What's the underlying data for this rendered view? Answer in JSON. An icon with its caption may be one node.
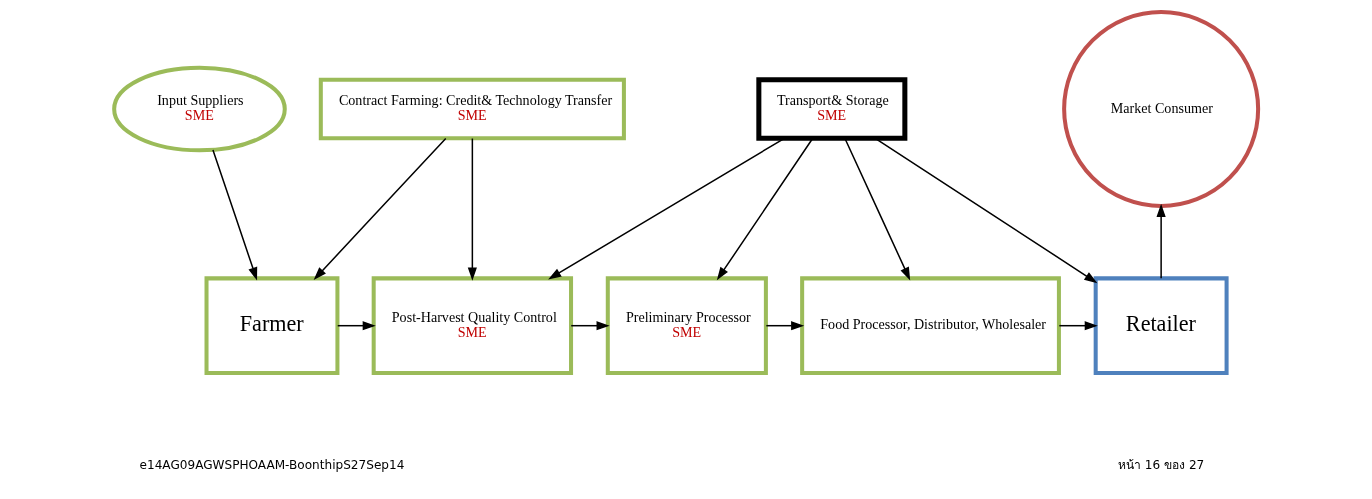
{
  "diagram": {
    "nodes": [
      {
        "text": [
          "Input Suppliers",
          "SME"
        ]
      },
      {
        "text": [
          "Contract Farming: Credit& Technology Transfer",
          "SME"
        ]
      },
      {
        "text": [
          "Transport& Storage",
          "SME"
        ]
      },
      {
        "text": [
          "Market Consumer"
        ]
      },
      {
        "text": [
          "Farmer"
        ]
      },
      {
        "text": [
          "Post-Harvest Quality Control",
          "SME"
        ]
      },
      {
        "text": [
          "Preliminary Processor",
          "SME"
        ]
      },
      {
        "text": [
          "Food Processor, Distributor, Wholesaler"
        ]
      },
      {
        "text": [
          "Retailer"
        ]
      }
    ],
    "edges": [
      {
        "from": 0,
        "to": 4,
        "arrow": "to"
      },
      {
        "from": 1,
        "to": 4,
        "arrow": "to"
      },
      {
        "from": 1,
        "to": 5,
        "arrow": "to"
      },
      {
        "from": 2,
        "to": 5,
        "arrow": "to"
      },
      {
        "from": 2,
        "to": 6,
        "arrow": "to"
      },
      {
        "from": 2,
        "to": 7,
        "arrow": "to"
      },
      {
        "from": 2,
        "to": 8,
        "arrow": "to"
      },
      {
        "from": 8,
        "to": 3,
        "arrow": "to"
      },
      {
        "from": 4,
        "to": 5,
        "arrow": "to"
      },
      {
        "from": 5,
        "to": 6,
        "arrow": "to"
      },
      {
        "from": 6,
        "to": 7,
        "arrow": "to"
      },
      {
        "from": 7,
        "to": 8,
        "arrow": "to"
      }
    ],
    "labels": [
      "e14AG09AGWSPHOAAM-BoonthipS27Sep14",
      "หน้า 16 ของ 27"
    ]
  }
}
